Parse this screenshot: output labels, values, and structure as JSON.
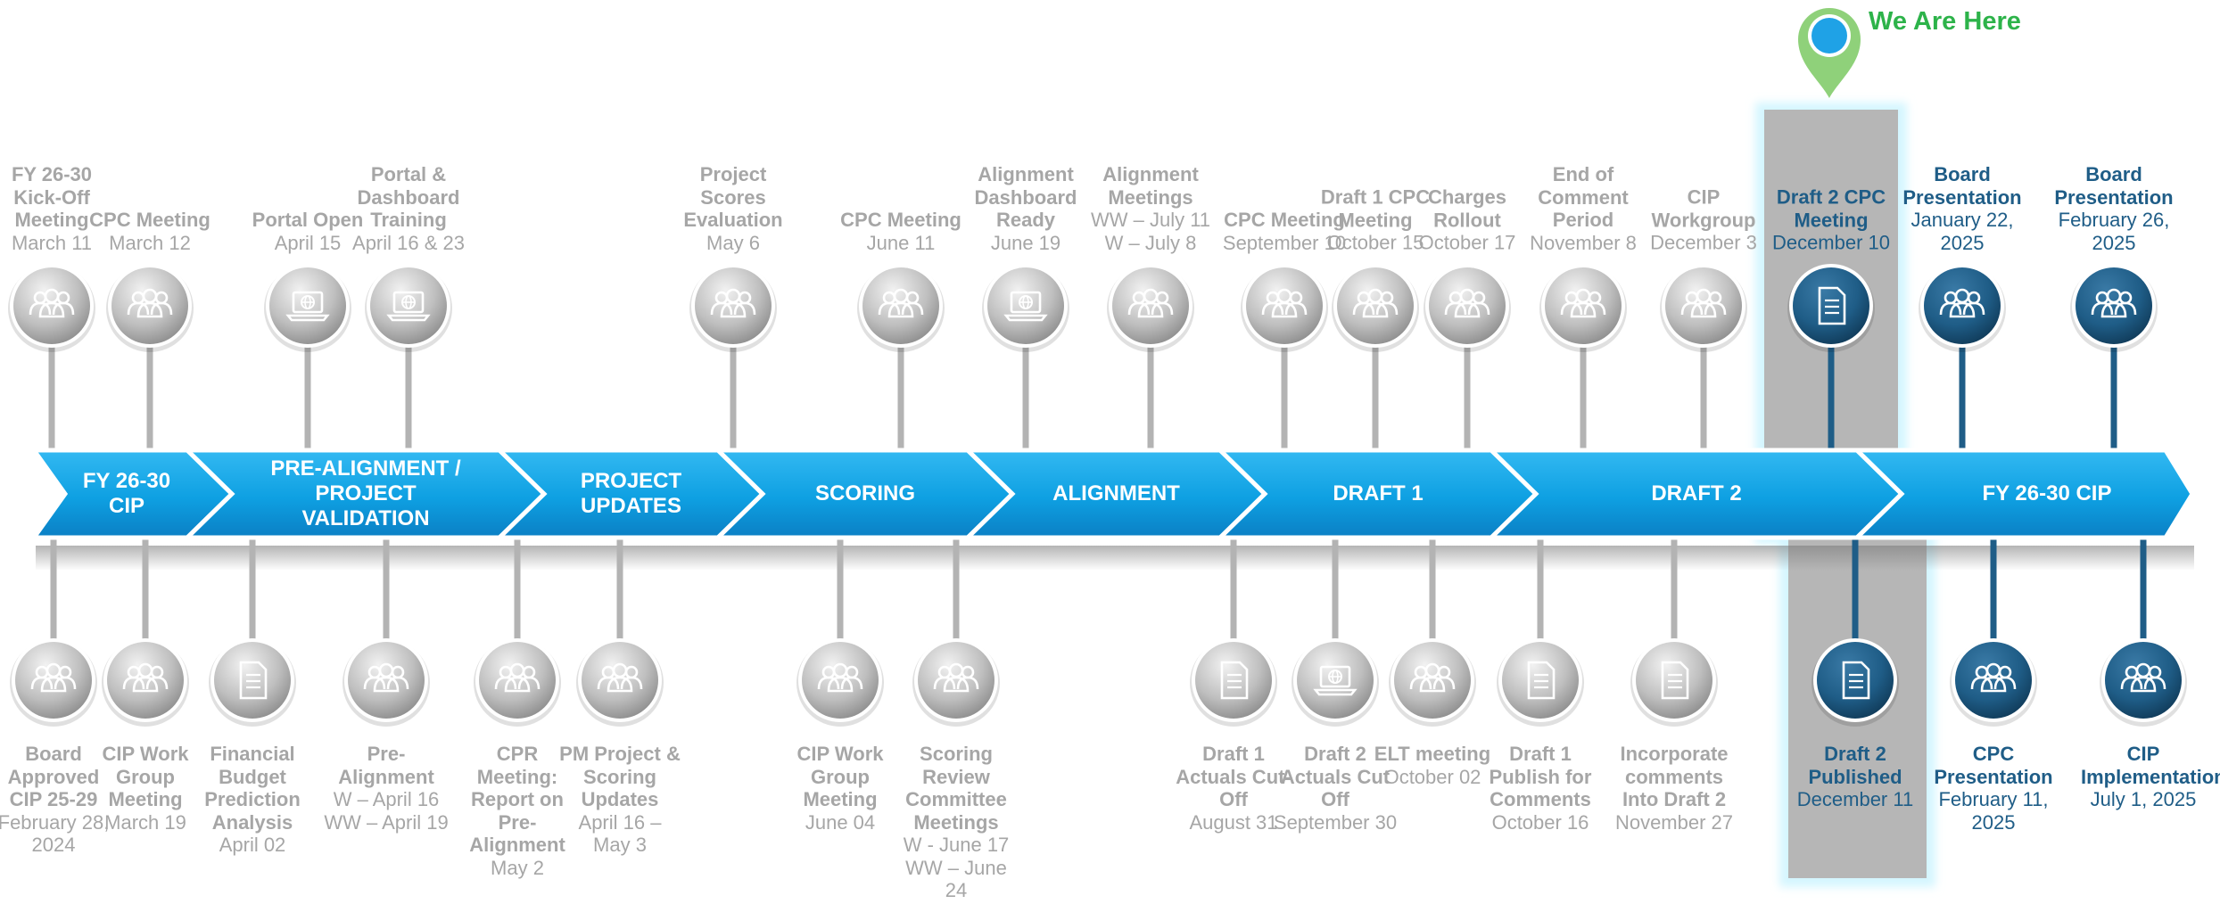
{
  "you_are_here": "We Are Here",
  "phases": [
    {
      "label": "FY 26-30 CIP"
    },
    {
      "label": "PRE-ALIGNMENT / PROJECT VALIDATION"
    },
    {
      "label": "PROJECT UPDATES"
    },
    {
      "label": "SCORING"
    },
    {
      "label": "ALIGNMENT"
    },
    {
      "label": "DRAFT 1"
    },
    {
      "label": "DRAFT 2"
    },
    {
      "label": "FY 26-30 CIP"
    }
  ],
  "top_milestones": [
    {
      "title": "FY 26-30 Kick-Off Meeting",
      "date": "March 11",
      "icon": "people-group-icon",
      "state": "past"
    },
    {
      "title": "CPC Meeting",
      "date": "March 12",
      "icon": "people-group-icon",
      "state": "past"
    },
    {
      "title": "Portal Open",
      "date": "April 15",
      "icon": "laptop-globe-icon",
      "state": "past"
    },
    {
      "title": "Portal & Dashboard Training",
      "date": "April 16 & 23",
      "icon": "laptop-globe-icon",
      "state": "past"
    },
    {
      "title": "Project Scores Evaluation",
      "date": "May 6",
      "icon": "people-group-icon",
      "state": "past"
    },
    {
      "title": "CPC Meeting",
      "date": "June 11",
      "icon": "people-group-icon",
      "state": "past"
    },
    {
      "title": "Alignment Dashboard Ready",
      "date": "June 19",
      "icon": "laptop-globe-icon",
      "state": "past"
    },
    {
      "title": "Alignment Meetings",
      "date": "WW – July 11 W – July 8",
      "icon": "people-group-icon",
      "state": "past"
    },
    {
      "title": "CPC Meeting",
      "date": "September 10",
      "icon": "people-group-icon",
      "state": "past"
    },
    {
      "title": "Draft 1 CPC Meeting",
      "date": "October 15",
      "icon": "people-group-icon",
      "state": "past"
    },
    {
      "title": "Charges Rollout",
      "date": "October 17",
      "icon": "people-group-icon",
      "state": "past"
    },
    {
      "title": "End of Comment Period",
      "date": "November 8",
      "icon": "people-group-icon",
      "state": "past"
    },
    {
      "title": "CIP Workgroup",
      "date": "December 3",
      "icon": "people-group-icon",
      "state": "past"
    },
    {
      "title": "Draft 2 CPC Meeting",
      "date": "December 10",
      "icon": "document-icon",
      "state": "current"
    },
    {
      "title": "Board Presentation",
      "date": "January 22, 2025",
      "icon": "people-group-icon",
      "state": "future"
    },
    {
      "title": "Board Presentation",
      "date": "February 26, 2025",
      "icon": "people-group-icon",
      "state": "future"
    }
  ],
  "bottom_milestones": [
    {
      "title": "Board Approved CIP 25-29",
      "date": "February 28, 2024",
      "icon": "people-group-icon",
      "state": "past"
    },
    {
      "title": "CIP Work Group Meeting",
      "date": "March 19",
      "icon": "people-group-icon",
      "state": "past"
    },
    {
      "title": "Financial Budget Prediction Analysis",
      "date": "April 02",
      "icon": "document-icon",
      "state": "past"
    },
    {
      "title": "Pre-Alignment",
      "date": "W – April 16 WW – April 19",
      "icon": "people-group-icon",
      "state": "past"
    },
    {
      "title": "CPR Meeting: Report on Pre-Alignment",
      "date": "May 2",
      "icon": "people-group-icon",
      "state": "past"
    },
    {
      "title": "PM Project & Scoring Updates",
      "date": "April 16 – May 3",
      "icon": "people-group-icon",
      "state": "past"
    },
    {
      "title": "CIP Work Group Meeting",
      "date": "June 04",
      "icon": "people-group-icon",
      "state": "past"
    },
    {
      "title": "Scoring Review Committee Meetings",
      "date": "W - June 17 WW – June 24",
      "icon": "people-group-icon",
      "state": "past"
    },
    {
      "title": "Draft 1 Actuals Cut-Off",
      "date": "August 31",
      "icon": "document-icon",
      "state": "past"
    },
    {
      "title": "Draft 2 Actuals Cut Off",
      "date": "September 30",
      "icon": "laptop-globe-icon",
      "state": "past"
    },
    {
      "title": "ELT meeting",
      "date": "October 02",
      "icon": "people-group-icon",
      "state": "past"
    },
    {
      "title": "Draft 1 Publish for Comments",
      "date": "October 16",
      "icon": "document-icon",
      "state": "past"
    },
    {
      "title": "Incorporate comments Into Draft 2",
      "date": "November 27",
      "icon": "document-icon",
      "state": "past"
    },
    {
      "title": "Draft 2 Published",
      "date": "December 11",
      "icon": "document-icon",
      "state": "current"
    },
    {
      "title": "CPC Presentation",
      "date": "February 11, 2025",
      "icon": "people-group-icon",
      "state": "future"
    },
    {
      "title": "CIP Implementation",
      "date": "July 1, 2025",
      "icon": "people-group-icon",
      "state": "future"
    }
  ],
  "colors": {
    "phase_arrow": "#0e9ee0",
    "past": "#a6a6a6",
    "future": "#1f5d87",
    "marker": "#2db34a",
    "pin_dot": "#1fa2e6",
    "highlight": "#b6b6b6"
  }
}
